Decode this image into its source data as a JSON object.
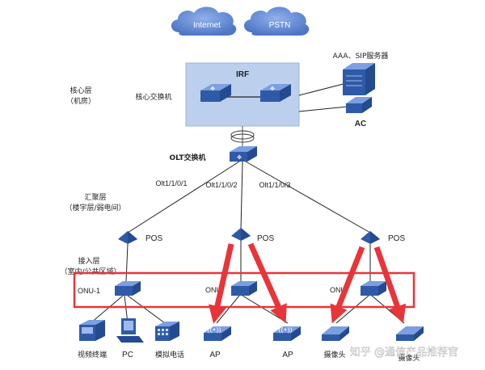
{
  "clouds": {
    "internet": "Internet",
    "pstn": "PSTN"
  },
  "core": {
    "layer_label_line1": "核心层",
    "layer_label_line2": "（机房）",
    "switch_label": "核心交换机",
    "irf_label": "IRF",
    "aaa_label": "AAA、SIP服务器",
    "ac_label": "AC"
  },
  "olt": {
    "label": "OLT交换机",
    "ports": [
      "Olt1/1/0/1",
      "Olt1/1/0/2",
      "Olt1/1/0/3"
    ]
  },
  "aggregation": {
    "layer_label_line1": "汇聚层",
    "layer_label_line2": "（楼宇层/弱电间）",
    "pos_labels": [
      "POS",
      "POS",
      "POS"
    ]
  },
  "access": {
    "layer_label_line1": "接入层",
    "layer_label_line2": "（室内/公共区域）",
    "onu_labels": [
      "ONU-1",
      "ONU",
      "ONU"
    ]
  },
  "terminals": [
    "视频终端",
    "PC",
    "模拟电话",
    "AP",
    "AP",
    "摄像头",
    "摄像头"
  ],
  "watermark": "知乎 @通信产品推荐官",
  "colors": {
    "device_blue": "#2e5aa8",
    "cloud_blue": "#6b8fd6",
    "core_box": "#bcd0ee",
    "highlight_red": "#e8353a"
  }
}
